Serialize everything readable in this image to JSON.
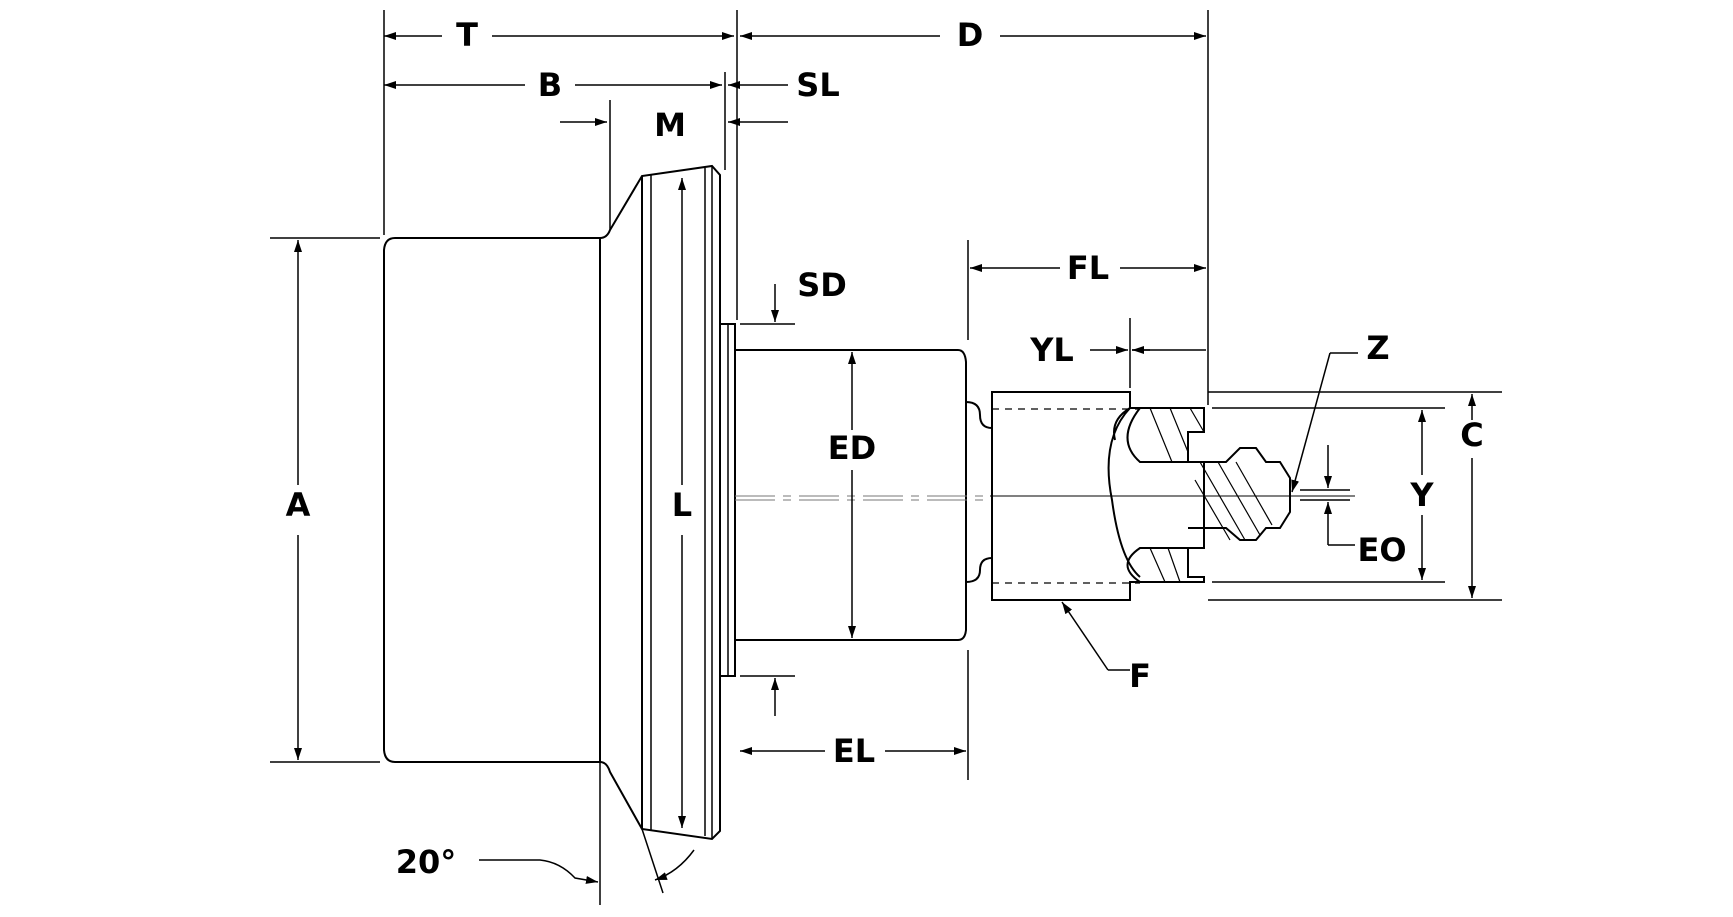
{
  "labels": {
    "T": "T",
    "D": "D",
    "B": "B",
    "SL": "SL",
    "M": "M",
    "SD": "SD",
    "FL": "FL",
    "YL": "YL",
    "Z": "Z",
    "A": "A",
    "L": "L",
    "ED": "ED",
    "C": "C",
    "Y": "Y",
    "EO": "EO",
    "F": "F",
    "EL": "EL",
    "angle": "20°"
  },
  "colors": {
    "line": "#000000",
    "background": "#ffffff"
  }
}
